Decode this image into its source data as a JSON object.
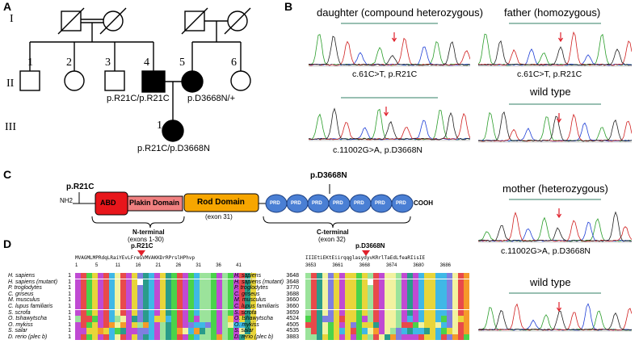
{
  "panels": [
    "A",
    "B",
    "C",
    "D"
  ],
  "pedigree": {
    "generations": [
      "I",
      "II",
      "III"
    ],
    "gen2_numbers": [
      "1",
      "2",
      "3",
      "4",
      "5",
      "6"
    ],
    "gen3_numbers": [
      "1"
    ],
    "genotype_II4": "p.R21C/p.R21C",
    "genotype_II5": "p.D3668N/+",
    "genotype_III1": "p.R21C/p.D3668N"
  },
  "chromatograms": {
    "daughter_title": "daughter (compound heterozygous)",
    "father_title": "father (homozygous)",
    "wildtype_title": "wild type",
    "mother_title": "mother (heterozygous)",
    "wildtype_title_2": "wild type",
    "caption_c61": "c.61C>T, p.R21C",
    "caption_c61_father": "c.61C>T, p.R21C",
    "caption_c11002": "c.11002G>A, p.D3668N",
    "caption_c11002_mother": "c.11002G>A, p.D3668N"
  },
  "domain_diagram": {
    "mut_left": "p.R21C",
    "mut_right": "p.D3668N",
    "nh2": "NH2",
    "abd": "ABD",
    "plakin": "Plakin Domain",
    "rod": "Rod Domain",
    "prd": [
      "PRD",
      "PRD",
      "PRD",
      "PRD",
      "PRD",
      "PRD",
      "PRD"
    ],
    "cooh": "COOH",
    "n_terminal": "N-terminal",
    "n_exons": "(exons 1-30)",
    "rod_exon": "(exon 31)",
    "c_terminal": "C-terminal",
    "c_exon": "(exon 32)",
    "colors": {
      "abd": "#e8161b",
      "plakin": "#f08080",
      "rod": "#f7a600",
      "prd": "#4a7fd4"
    }
  },
  "alignment": {
    "mut_left": "p.R21C",
    "mut_right": "p.D3668N",
    "consensus_left": "MVAGMLMPRdqLRaiYEvLFreGVMVAKKDrRPrslHPhvp",
    "consensus_right": "IIIEtiEKtEiirqqglasydyvKRrlTaEdLfeaRIisIE",
    "ticks_left": [
      "1",
      "5",
      "11",
      "16",
      "21",
      "26",
      "31",
      "36",
      "41"
    ],
    "ticks_right": [
      "3653",
      "3661",
      "3668",
      "3674",
      "3680",
      "3686"
    ],
    "species": [
      "H. sapiens",
      "H. sapiens (mutant)",
      "P. troglodytes",
      "C. griseus",
      "M. musculus",
      "C. lupus familiaris",
      "S. scrofa",
      "O. tshawytscha",
      "O. mykiss",
      "S. salar",
      "D. rerio (plec b)"
    ],
    "start_left": [
      "1",
      "1",
      "1",
      "1",
      "1",
      "1",
      "1",
      "1",
      "1",
      "1",
      "1"
    ],
    "start_right": [
      "3648",
      "3648",
      "3770",
      "3688",
      "3660",
      "3660",
      "3659",
      "4524",
      "4505",
      "4535",
      "3883"
    ]
  }
}
